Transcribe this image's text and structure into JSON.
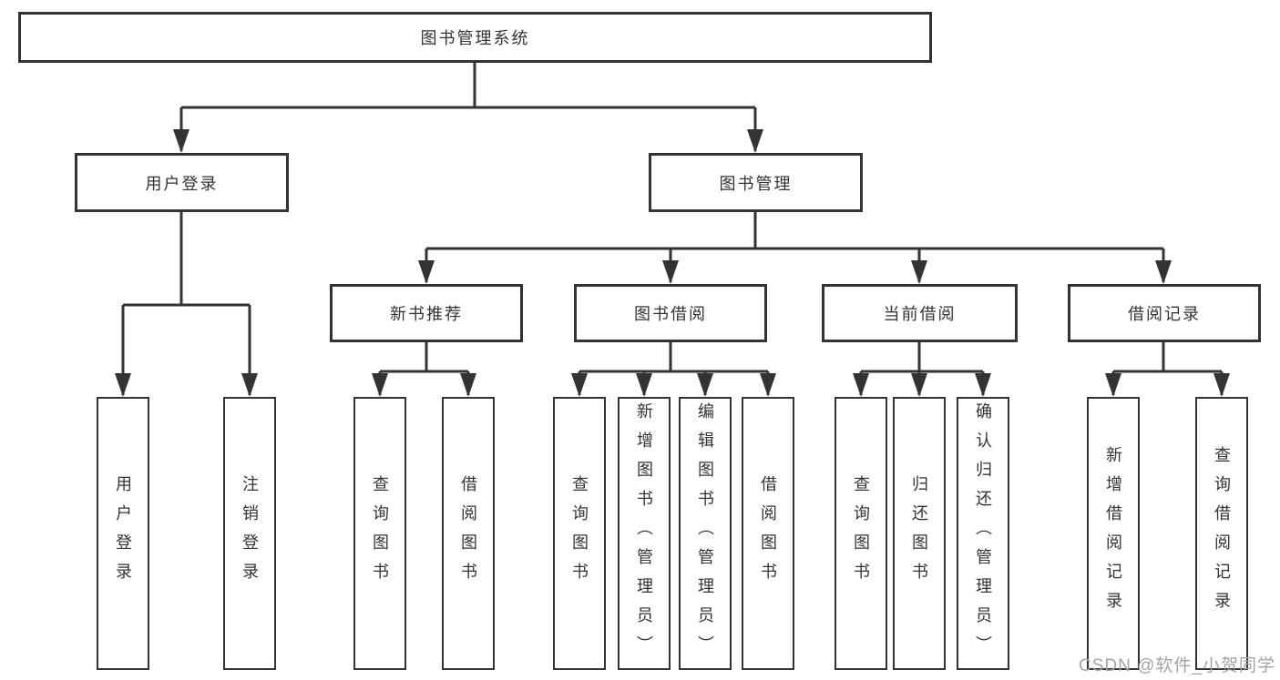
{
  "diagram": {
    "root": {
      "label": "图书管理系统"
    },
    "level1": {
      "user_login": {
        "label": "用户登录"
      },
      "book_management": {
        "label": "图书管理"
      }
    },
    "level2": {
      "new_book_recommend": {
        "label": "新书推荐"
      },
      "book_borrowing": {
        "label": "图书借阅"
      },
      "current_borrowing": {
        "label": "当前借阅"
      },
      "borrowing_records": {
        "label": "借阅记录"
      }
    },
    "leaves": {
      "user_login_group": {
        "user_login": "用户登录",
        "logout": "注销登录"
      },
      "new_book_group": {
        "query_books": "查询图书",
        "borrow_books": "借阅图书"
      },
      "book_borrowing_group": {
        "query_books": "查询图书",
        "add_book_admin": "新增图书（管理员）",
        "edit_book_admin": "编辑图书（管理员）",
        "borrow_books": "借阅图书"
      },
      "current_borrowing_group": {
        "query_books": "查询图书",
        "return_book": "归还图书",
        "confirm_return_admin": "确认归还（管理员）"
      },
      "records_group": {
        "add_borrow_record": "新增借阅记录",
        "query_borrow_record": "查询借阅记录"
      }
    }
  },
  "watermark": "CSDN @软件_小贺同学",
  "colors": {
    "line": "#333333",
    "text": "#333333",
    "watermark": "#a3a3a3",
    "background": "#ffffff"
  }
}
